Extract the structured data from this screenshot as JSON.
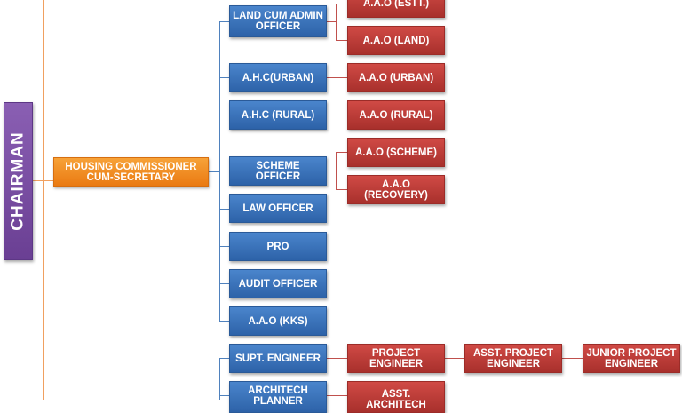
{
  "chairman": "CHAIRMAN",
  "commissioner": "HOUSING COMMISSIONER CUM-SECRETARY",
  "officers": {
    "land": "LAND CUM ADMIN OFFICER",
    "ahc_urban": "A.H.C(URBAN)",
    "ahc_rural": "A.H.C (RURAL)",
    "scheme": "SCHEME OFFICER",
    "law": "LAW OFFICER",
    "pro": "PRO",
    "audit": "AUDIT OFFICER",
    "aao_kks": "A.A.O (KKS)",
    "supt_engineer": "SUPT. ENGINEER",
    "architech": "ARCHITECH PLANNER"
  },
  "subordinates": {
    "aao_estt": "A.A.O (ESTT.)",
    "aao_land": "A.A.O (LAND)",
    "aao_urban": "A.A.O (URBAN)",
    "aao_rural": "A.A.O (RURAL)",
    "aao_scheme": "A.A.O (SCHEME)",
    "aao_recovery": "A.A.O (RECOVERY)",
    "project_engineer": "PROJECT ENGINEER",
    "asst_project_engineer": "ASST. PROJECT ENGINEER",
    "junior_project_engineer": "JUNIOR PROJECT ENGINEER",
    "asst_architech": "ASST. ARCHITECH"
  },
  "colors": {
    "chairman": "#7048a0",
    "commissioner": "#f08a20",
    "officer": "#3a74ba",
    "subordinate": "#b83a36",
    "connector": "#4f81bd"
  }
}
